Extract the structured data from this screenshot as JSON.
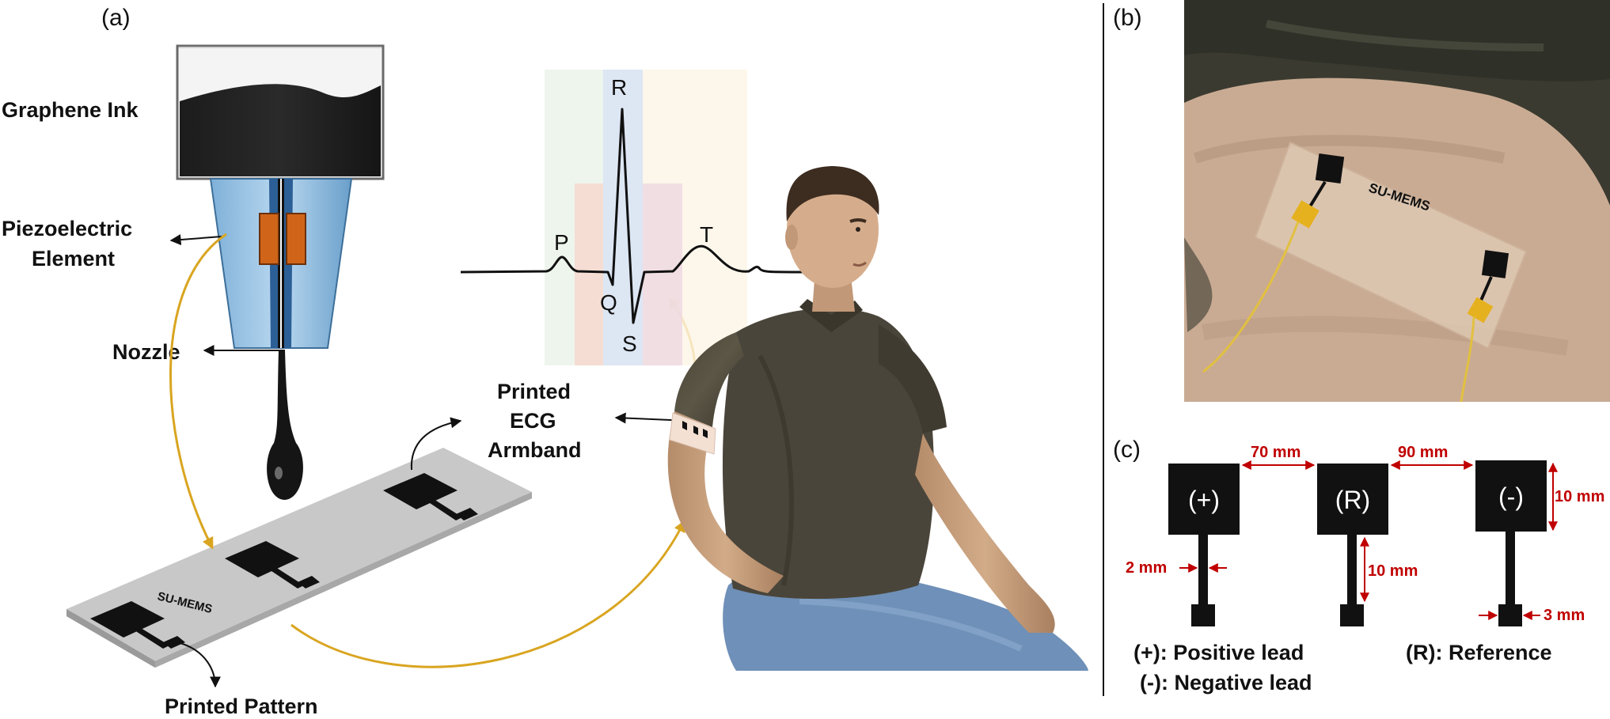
{
  "panels": {
    "a": "(a)",
    "b": "(b)",
    "c": "(c)"
  },
  "printer": {
    "ink_label": "Graphene Ink",
    "piezo_label_line1": "Piezoelectric",
    "piezo_label_line2": "Element",
    "nozzle_label": "Nozzle"
  },
  "strip": {
    "brand": "SU-MEMS",
    "pattern_label": "Printed Pattern"
  },
  "ecg": {
    "wave_labels": {
      "p": "P",
      "q": "Q",
      "r": "R",
      "s": "S",
      "t": "T"
    }
  },
  "armband": {
    "line1": "Printed",
    "line2": "ECG",
    "line3": "Armband"
  },
  "photo": {
    "brand": "SU-MEMS"
  },
  "electrodes": {
    "items": [
      {
        "symbol": "(+)"
      },
      {
        "symbol": "(R)"
      },
      {
        "symbol": "(-)"
      }
    ],
    "dims": {
      "gap1": "70 mm",
      "gap2": "90 mm",
      "pad_height": "10 mm",
      "stem_length": "10 mm",
      "stem_width": "2 mm",
      "foot_width": "3 mm"
    },
    "legend": {
      "positive": "(+): Positive lead",
      "negative": "(-): Negative lead",
      "reference": "(R): Reference"
    }
  },
  "colors": {
    "ink": "#1a1a1a",
    "nozzle_body": "#9fc6e6",
    "piezo": "#d0651a",
    "gold_arrow": "#d9a520",
    "dimension_red": "#c00000",
    "strip": "#c8c8c8"
  }
}
